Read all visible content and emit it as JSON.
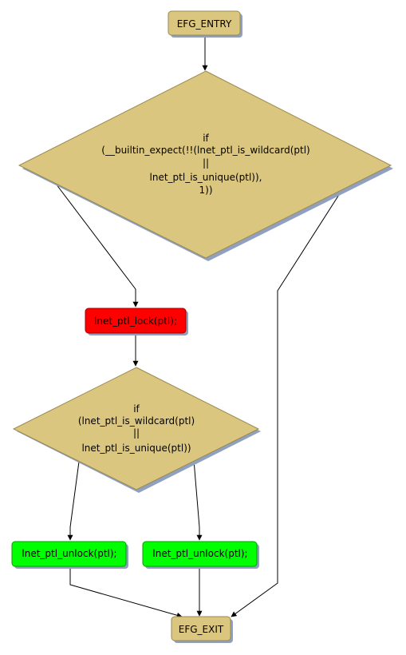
{
  "colors": {
    "decision": "#dbc67f",
    "terminal": "#dbc67f",
    "lock": "#ff0000",
    "unlock": "#00ff00",
    "shadow": "#8fa0c0",
    "edge": "#000000"
  },
  "nodes": {
    "entry": {
      "label": "EFG_ENTRY"
    },
    "cond1": {
      "lines": [
        "if",
        "(__builtin_expect(!!(lnet_ptl_is_wildcard(ptl)",
        "||",
        "lnet_ptl_is_unique(ptl)),",
        "1))"
      ]
    },
    "lock": {
      "label": "lnet_ptl_lock(ptl);"
    },
    "cond2": {
      "lines": [
        "if",
        "(lnet_ptl_is_wildcard(ptl)",
        "||",
        "lnet_ptl_is_unique(ptl))"
      ]
    },
    "unlock_left": {
      "label": "lnet_ptl_unlock(ptl);"
    },
    "unlock_right": {
      "label": "lnet_ptl_unlock(ptl);"
    },
    "exit": {
      "label": "EFG_EXIT"
    }
  }
}
